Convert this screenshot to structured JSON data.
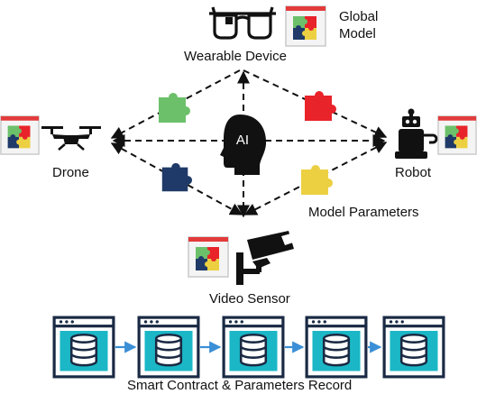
{
  "labels": {
    "global_model_line1": "Global",
    "global_model_line2": "Model",
    "wearable": "Wearable Device",
    "drone": "Drone",
    "robot": "Robot",
    "model_parameters": "Model Parameters",
    "video_sensor": "Video Sensor",
    "ai": "AI",
    "blockchain": "Smart Contract & Parameters Record"
  },
  "colors": {
    "puzzle_green": "#6cc06a",
    "puzzle_red": "#e8232a",
    "puzzle_navy": "#1f3a68",
    "puzzle_yellow": "#ecd042",
    "block_fill": "#1bb7c6",
    "arrow_blue": "#3a8fd6",
    "ink": "#111111"
  },
  "icons": [
    "wearable-glasses-icon",
    "drone-icon",
    "robot-icon",
    "camera-icon",
    "ai-head-icon",
    "global-model-icon",
    "puzzle-piece-icon",
    "database-icon"
  ]
}
